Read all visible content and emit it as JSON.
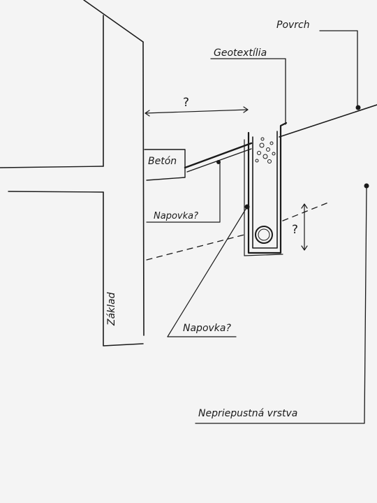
{
  "labels": {
    "povrch": "Povrch",
    "geotextilia": "Geotextília",
    "beton": "Betón",
    "napovka_1": "Napovka?",
    "napovka_2": "Napovka?",
    "zaklad": "Základ",
    "nepriepustna_vrstva": "Nepriepustná vrstva",
    "q_distance": "?",
    "q_depth": "?"
  }
}
